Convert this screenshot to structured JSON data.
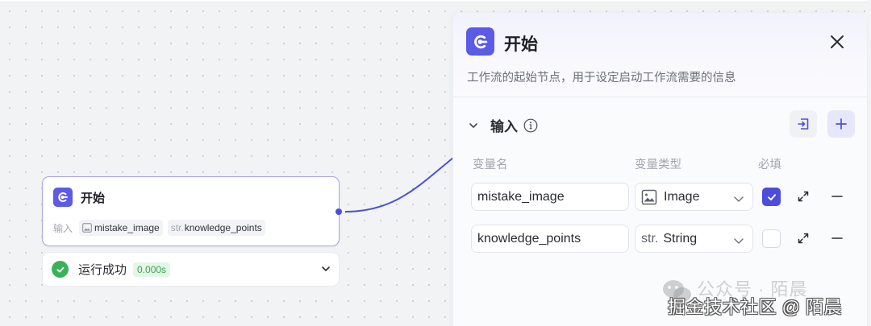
{
  "canvas": {
    "accent_color": "#5b5be6",
    "edge_color": "#4d4ddb"
  },
  "node": {
    "title": "开始",
    "icon": "start-icon",
    "inputs_label": "输入",
    "inputs": [
      {
        "type_icon": "image-icon",
        "name": "mistake_image"
      },
      {
        "type_prefix": "str.",
        "name": "knowledge_points"
      }
    ]
  },
  "run_status": {
    "icon": "check-circle-icon",
    "text": "运行成功",
    "duration": "0.000s",
    "color": "#3bb257"
  },
  "panel": {
    "title": "开始",
    "description": "工作流的起始节点，用于设定启动工作流需要的信息",
    "close_icon": "close-icon",
    "section": {
      "title": "输入",
      "import_icon": "import-icon",
      "add_icon": "plus-icon"
    },
    "columns": {
      "name": "变量名",
      "type": "变量类型",
      "required": "必填"
    },
    "variables": [
      {
        "name": "mistake_image",
        "type_icon": "image-icon",
        "type_prefix": "",
        "type": "Image",
        "required": true
      },
      {
        "name": "knowledge_points",
        "type_icon": "",
        "type_prefix": "str.",
        "type": "String",
        "required": false
      }
    ]
  },
  "watermark": {
    "back_text": "公众号 · 陌晨",
    "front_text": "掘金技术社区 @ 陌晨"
  }
}
